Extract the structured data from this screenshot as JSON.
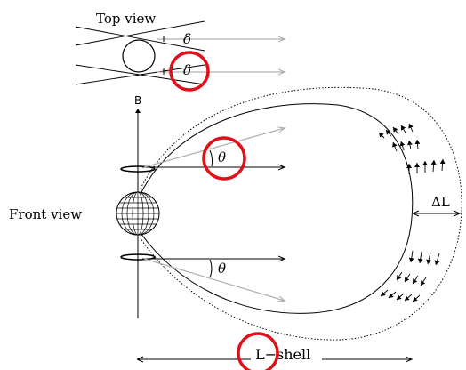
{
  "labels": {
    "top_view": "Top view",
    "front_view": "Front view",
    "delta": "δ",
    "theta": "θ",
    "b_axis": "B",
    "delta_l": "ΔL",
    "l_shell": "L−shell"
  },
  "colors": {
    "line": "#000000",
    "gray_arrow": "#b0b0b0",
    "highlight": "#e0101a",
    "background": "#ffffff"
  },
  "icons": [
    "earth-globe-icon",
    "highlight-circle-icon"
  ]
}
